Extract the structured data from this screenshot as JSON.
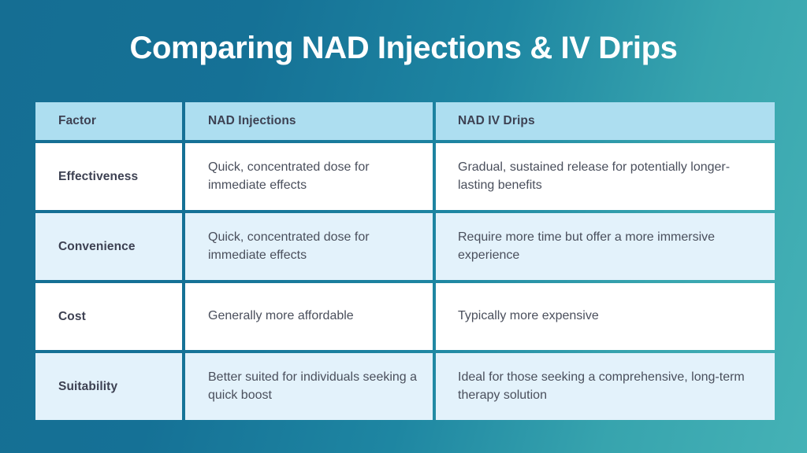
{
  "title": "Comparing NAD Injections & IV Drips",
  "theme": {
    "background_gradient_start": "#156e93",
    "background_gradient_end": "#45b2b6",
    "header_cell_bg": "#addef0",
    "row_white_bg": "#ffffff",
    "row_tint_bg": "#e3f2fb",
    "heading_text_color": "#3d4152",
    "body_text_color": "#4a4f5c",
    "title_text_color": "#ffffff"
  },
  "table": {
    "columns": [
      {
        "key": "factor",
        "label": "Factor"
      },
      {
        "key": "injections",
        "label": "NAD Injections"
      },
      {
        "key": "drips",
        "label": "NAD IV Drips"
      }
    ],
    "rows": [
      {
        "factor": "Effectiveness",
        "injections": "Quick, concentrated dose for immediate effects",
        "drips": "Gradual, sustained release for potentially longer-lasting benefits",
        "shade": "white"
      },
      {
        "factor": "Convenience",
        "injections": "Quick, concentrated dose for immediate effects",
        "drips": "Require more time but offer a more immersive experience",
        "shade": "tint"
      },
      {
        "factor": "Cost",
        "injections": "Generally more affordable",
        "drips": "Typically more expensive",
        "shade": "white"
      },
      {
        "factor": "Suitability",
        "injections": "Better suited for individuals seeking a quick boost",
        "drips": "Ideal for those seeking a comprehensive, long-term therapy solution",
        "shade": "tint"
      }
    ]
  }
}
